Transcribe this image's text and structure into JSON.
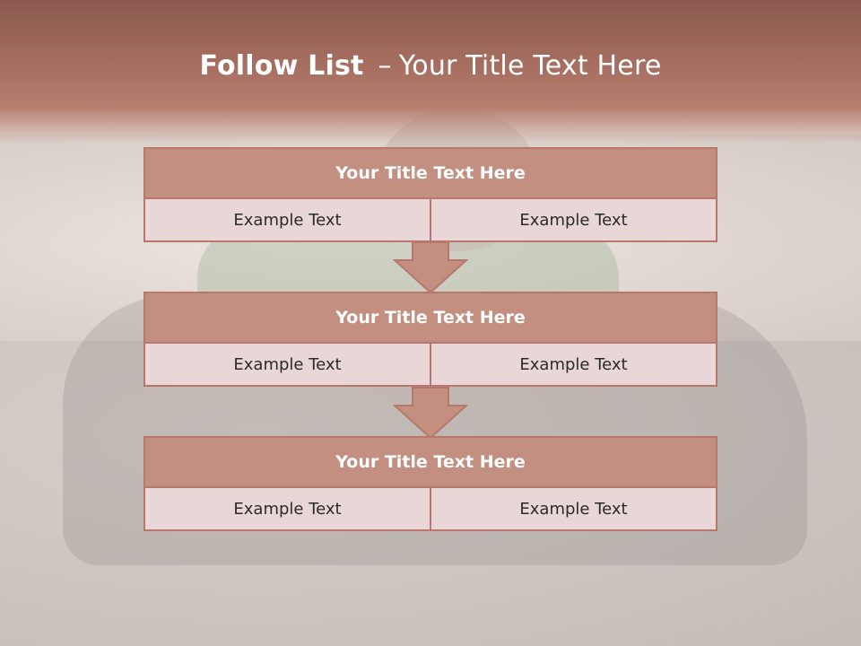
{
  "title": {
    "bold": "Follow List",
    "dash": "–",
    "rest": "Your Title Text Here"
  },
  "blocks": [
    {
      "heading": "Your Title Text Here",
      "left": "Example Text",
      "right": "Example Text"
    },
    {
      "heading": "Your Title Text Here",
      "left": "Example Text",
      "right": "Example Text"
    },
    {
      "heading": "Your Title Text Here",
      "left": "Example Text",
      "right": "Example Text"
    }
  ],
  "colors": {
    "accent": "#c28f81",
    "border": "#b7786b",
    "cell_bg": "#e8d7d6",
    "header_band": "#a66e60"
  }
}
